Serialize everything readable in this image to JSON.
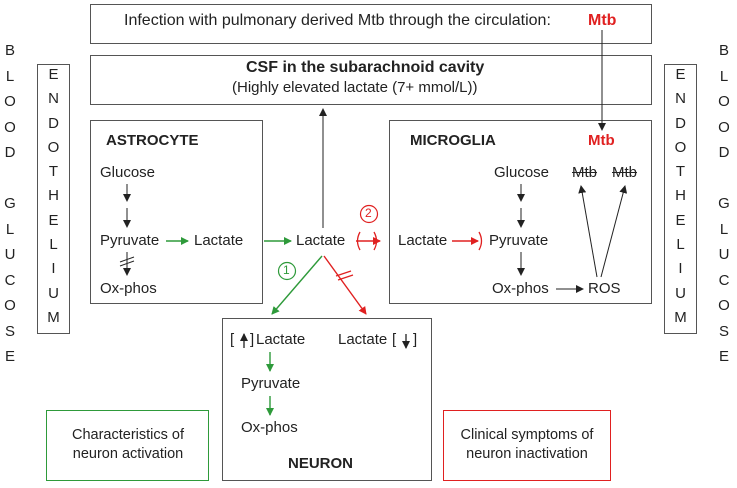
{
  "top": {
    "infection_text": "Infection with pulmonary derived Mtb through the circulation:",
    "mtb": "Mtb"
  },
  "csf": {
    "title": "CSF in the subarachnoid cavity",
    "subtitle": "(Highly elevated lactate (7+ mmol/L))"
  },
  "left_side": {
    "blood_glucose": "B\nL\nO\nO\nD\n\nG\nL\nU\nC\nO\nS\nE",
    "endothelium": "E\nN\nD\nO\nT\nH\nE\nL\nI\nU\nM"
  },
  "right_side": {
    "blood_glucose": "B\nL\nO\nO\nD\n\nG\nL\nU\nC\nO\nS\nE",
    "endothelium": "E\nN\nD\nO\nT\nH\nE\nL\nI\nU\nM"
  },
  "astrocyte": {
    "title": "ASTROCYTE",
    "glucose": "Glucose",
    "pyruvate": "Pyruvate",
    "lactate": "Lactate",
    "oxphos": "Ox-phos"
  },
  "center": {
    "lactate": "Lactate",
    "label_1": "1",
    "label_2": "2"
  },
  "microglia": {
    "title": "MICROGLIA",
    "mtb": "Mtb",
    "glucose": "Glucose",
    "lactate": "Lactate",
    "pyruvate": "Pyruvate",
    "oxphos": "Ox-phos",
    "ros": "ROS",
    "mtb_struck_1": "Mtb",
    "mtb_struck_2": "Mtb"
  },
  "neuron": {
    "title": "NEURON",
    "lactate_up": "Lactate",
    "lactate_down": "Lactate",
    "pyruvate": "Pyruvate",
    "oxphos": "Ox-phos",
    "bracket_open": "[",
    "bracket_close": "]"
  },
  "legend": {
    "activation": "Characteristics of neuron activation",
    "inactivation": "Clinical symptoms of neuron inactivation"
  },
  "colors": {
    "green": "#2e9a3a",
    "red": "#e02020",
    "dark": "#222222",
    "border": "#555555"
  }
}
